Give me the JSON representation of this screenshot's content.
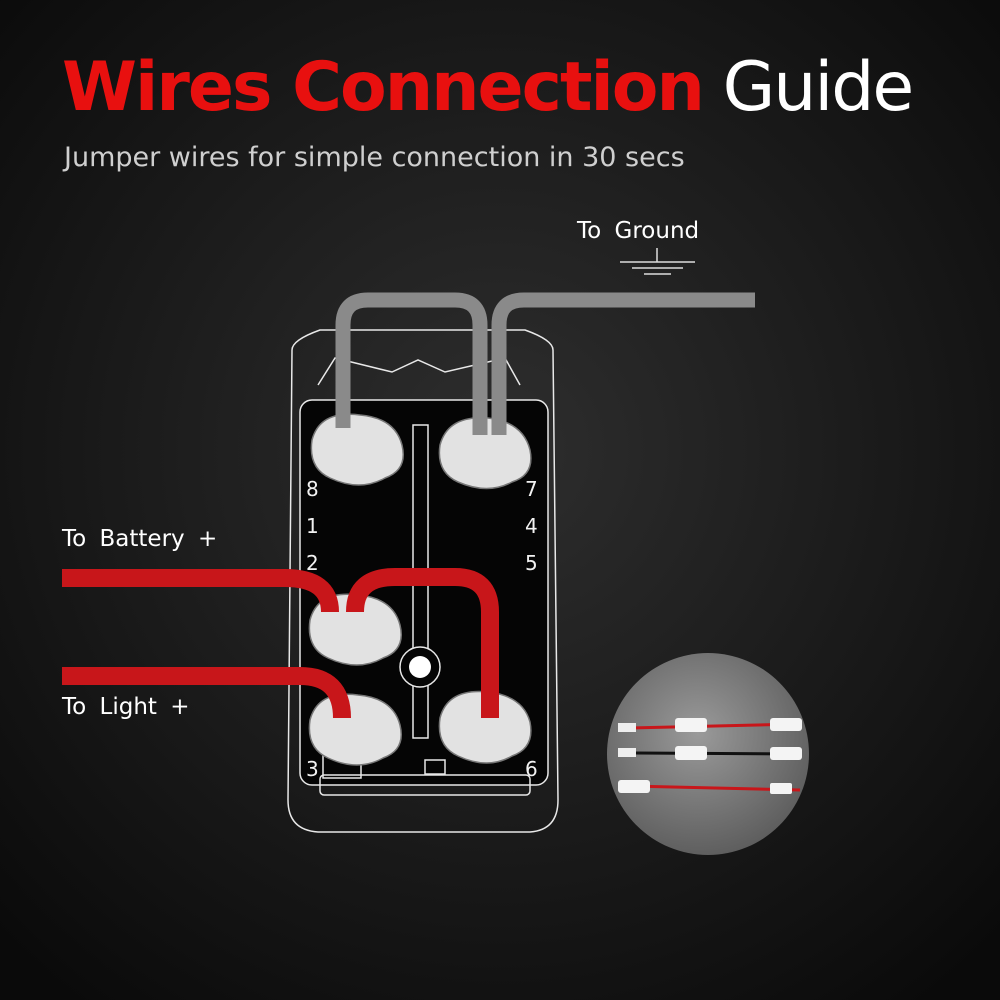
{
  "title": {
    "highlight": "Wires Connection",
    "rest": "Guide"
  },
  "subtitle": "Jumper wires for simple connection in 30 secs",
  "labels": {
    "ground": "To  Ground",
    "battery": "To  Battery  +",
    "light": "To  Light  +"
  },
  "pins": {
    "left": [
      "8",
      "1",
      "2",
      "3"
    ],
    "right": [
      "7",
      "4",
      "5",
      "6"
    ]
  },
  "colors": {
    "accent_red": "#e8100f",
    "wire_red": "#c8161a",
    "wire_gray": "#8a8a8a",
    "terminal": "#e2e2e2"
  }
}
